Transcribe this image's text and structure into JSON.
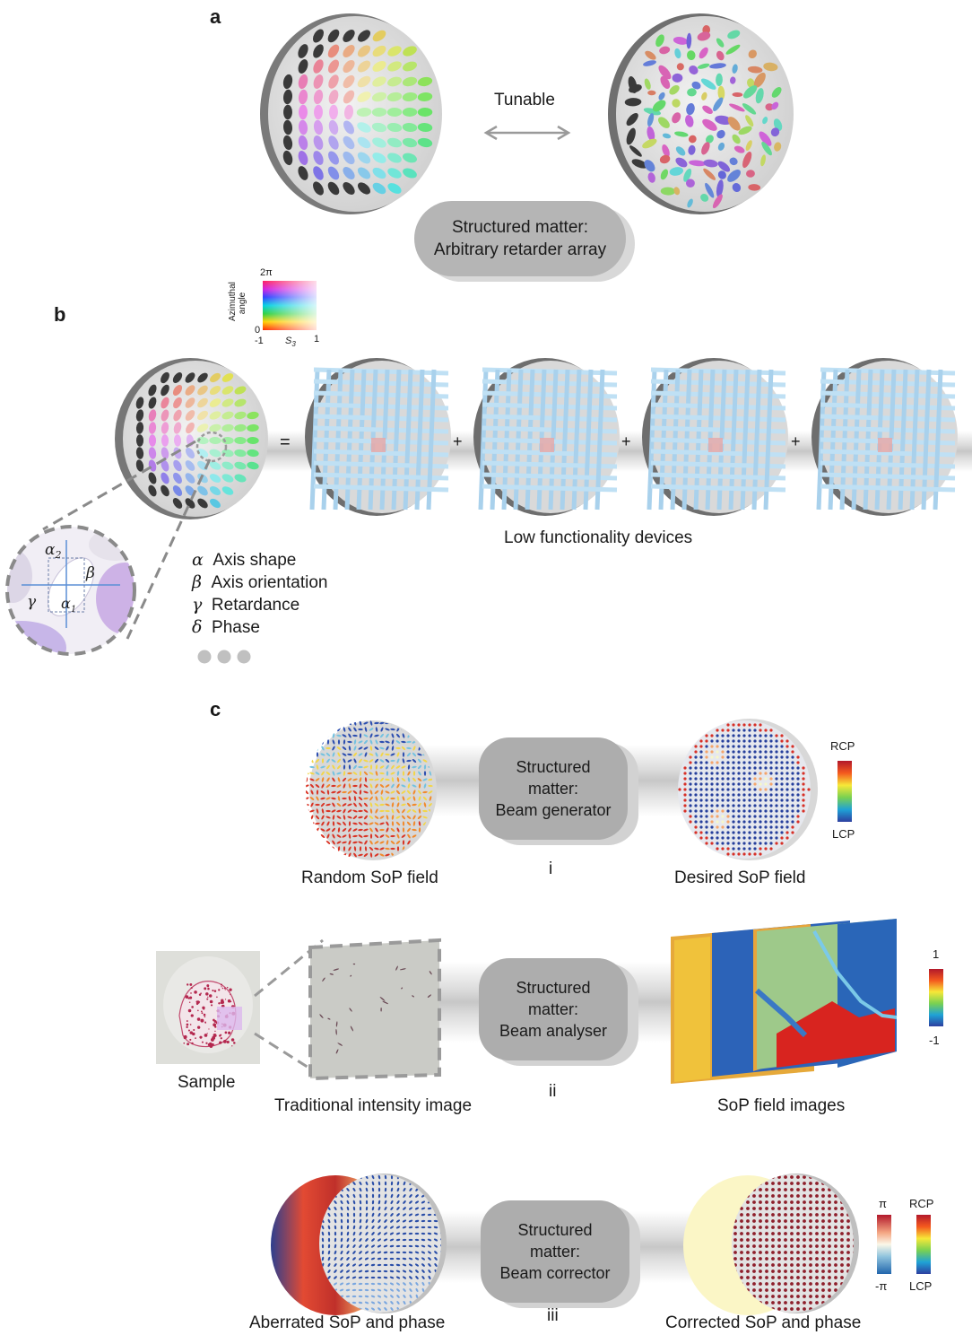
{
  "panel_a": {
    "letter": "a",
    "tunable_label": "Tunable",
    "pill_line1": "Structured matter:",
    "pill_line2": "Arbitrary retarder array"
  },
  "panel_b": {
    "letter": "b",
    "colormap": {
      "top_tick": "2π",
      "bottom_tick": "0",
      "y_label_line1": "Azimuthal",
      "y_label_line2": "angle",
      "x_min": "-1",
      "x_label": "S",
      "x_label_sub": "3",
      "x_max": "1"
    },
    "equals": "=",
    "plus": "+",
    "devices_label": "Low functionality devices",
    "inset_labels": {
      "alpha2": "α",
      "alpha2_sub": "2",
      "alpha1": "α",
      "alpha1_sub": "1",
      "beta": "β",
      "gamma": "γ"
    },
    "params": [
      {
        "symbol": "α",
        "text": "Axis shape"
      },
      {
        "symbol": "β",
        "text": "Axis orientation"
      },
      {
        "symbol": "γ",
        "text": "Retardance"
      },
      {
        "symbol": "δ",
        "text": "Phase"
      }
    ]
  },
  "panel_c": {
    "letter": "c",
    "row_i": {
      "left_label": "Random SoP field",
      "pill_lines": [
        "Structured",
        "matter:",
        "Beam generator"
      ],
      "roman": "i",
      "right_label": "Desired SoP field",
      "cbar_top": "RCP",
      "cbar_bottom": "LCP"
    },
    "row_ii": {
      "sample_label": "Sample",
      "left_label": "Traditional intensity image",
      "pill_lines": [
        "Structured",
        "matter:",
        "Beam analyser"
      ],
      "roman": "ii",
      "right_label": "SoP field images",
      "cbar_top": "1",
      "cbar_bottom": "-1"
    },
    "row_iii": {
      "left_label": "Aberrated SoP and phase",
      "pill_lines": [
        "Structured",
        "matter:",
        "Beam corrector"
      ],
      "roman": "iii",
      "right_label": "Corrected SoP and phase",
      "cbar1_top": "π",
      "cbar1_bottom": "-π",
      "cbar2_top": "RCP",
      "cbar2_bottom": "LCP"
    }
  }
}
